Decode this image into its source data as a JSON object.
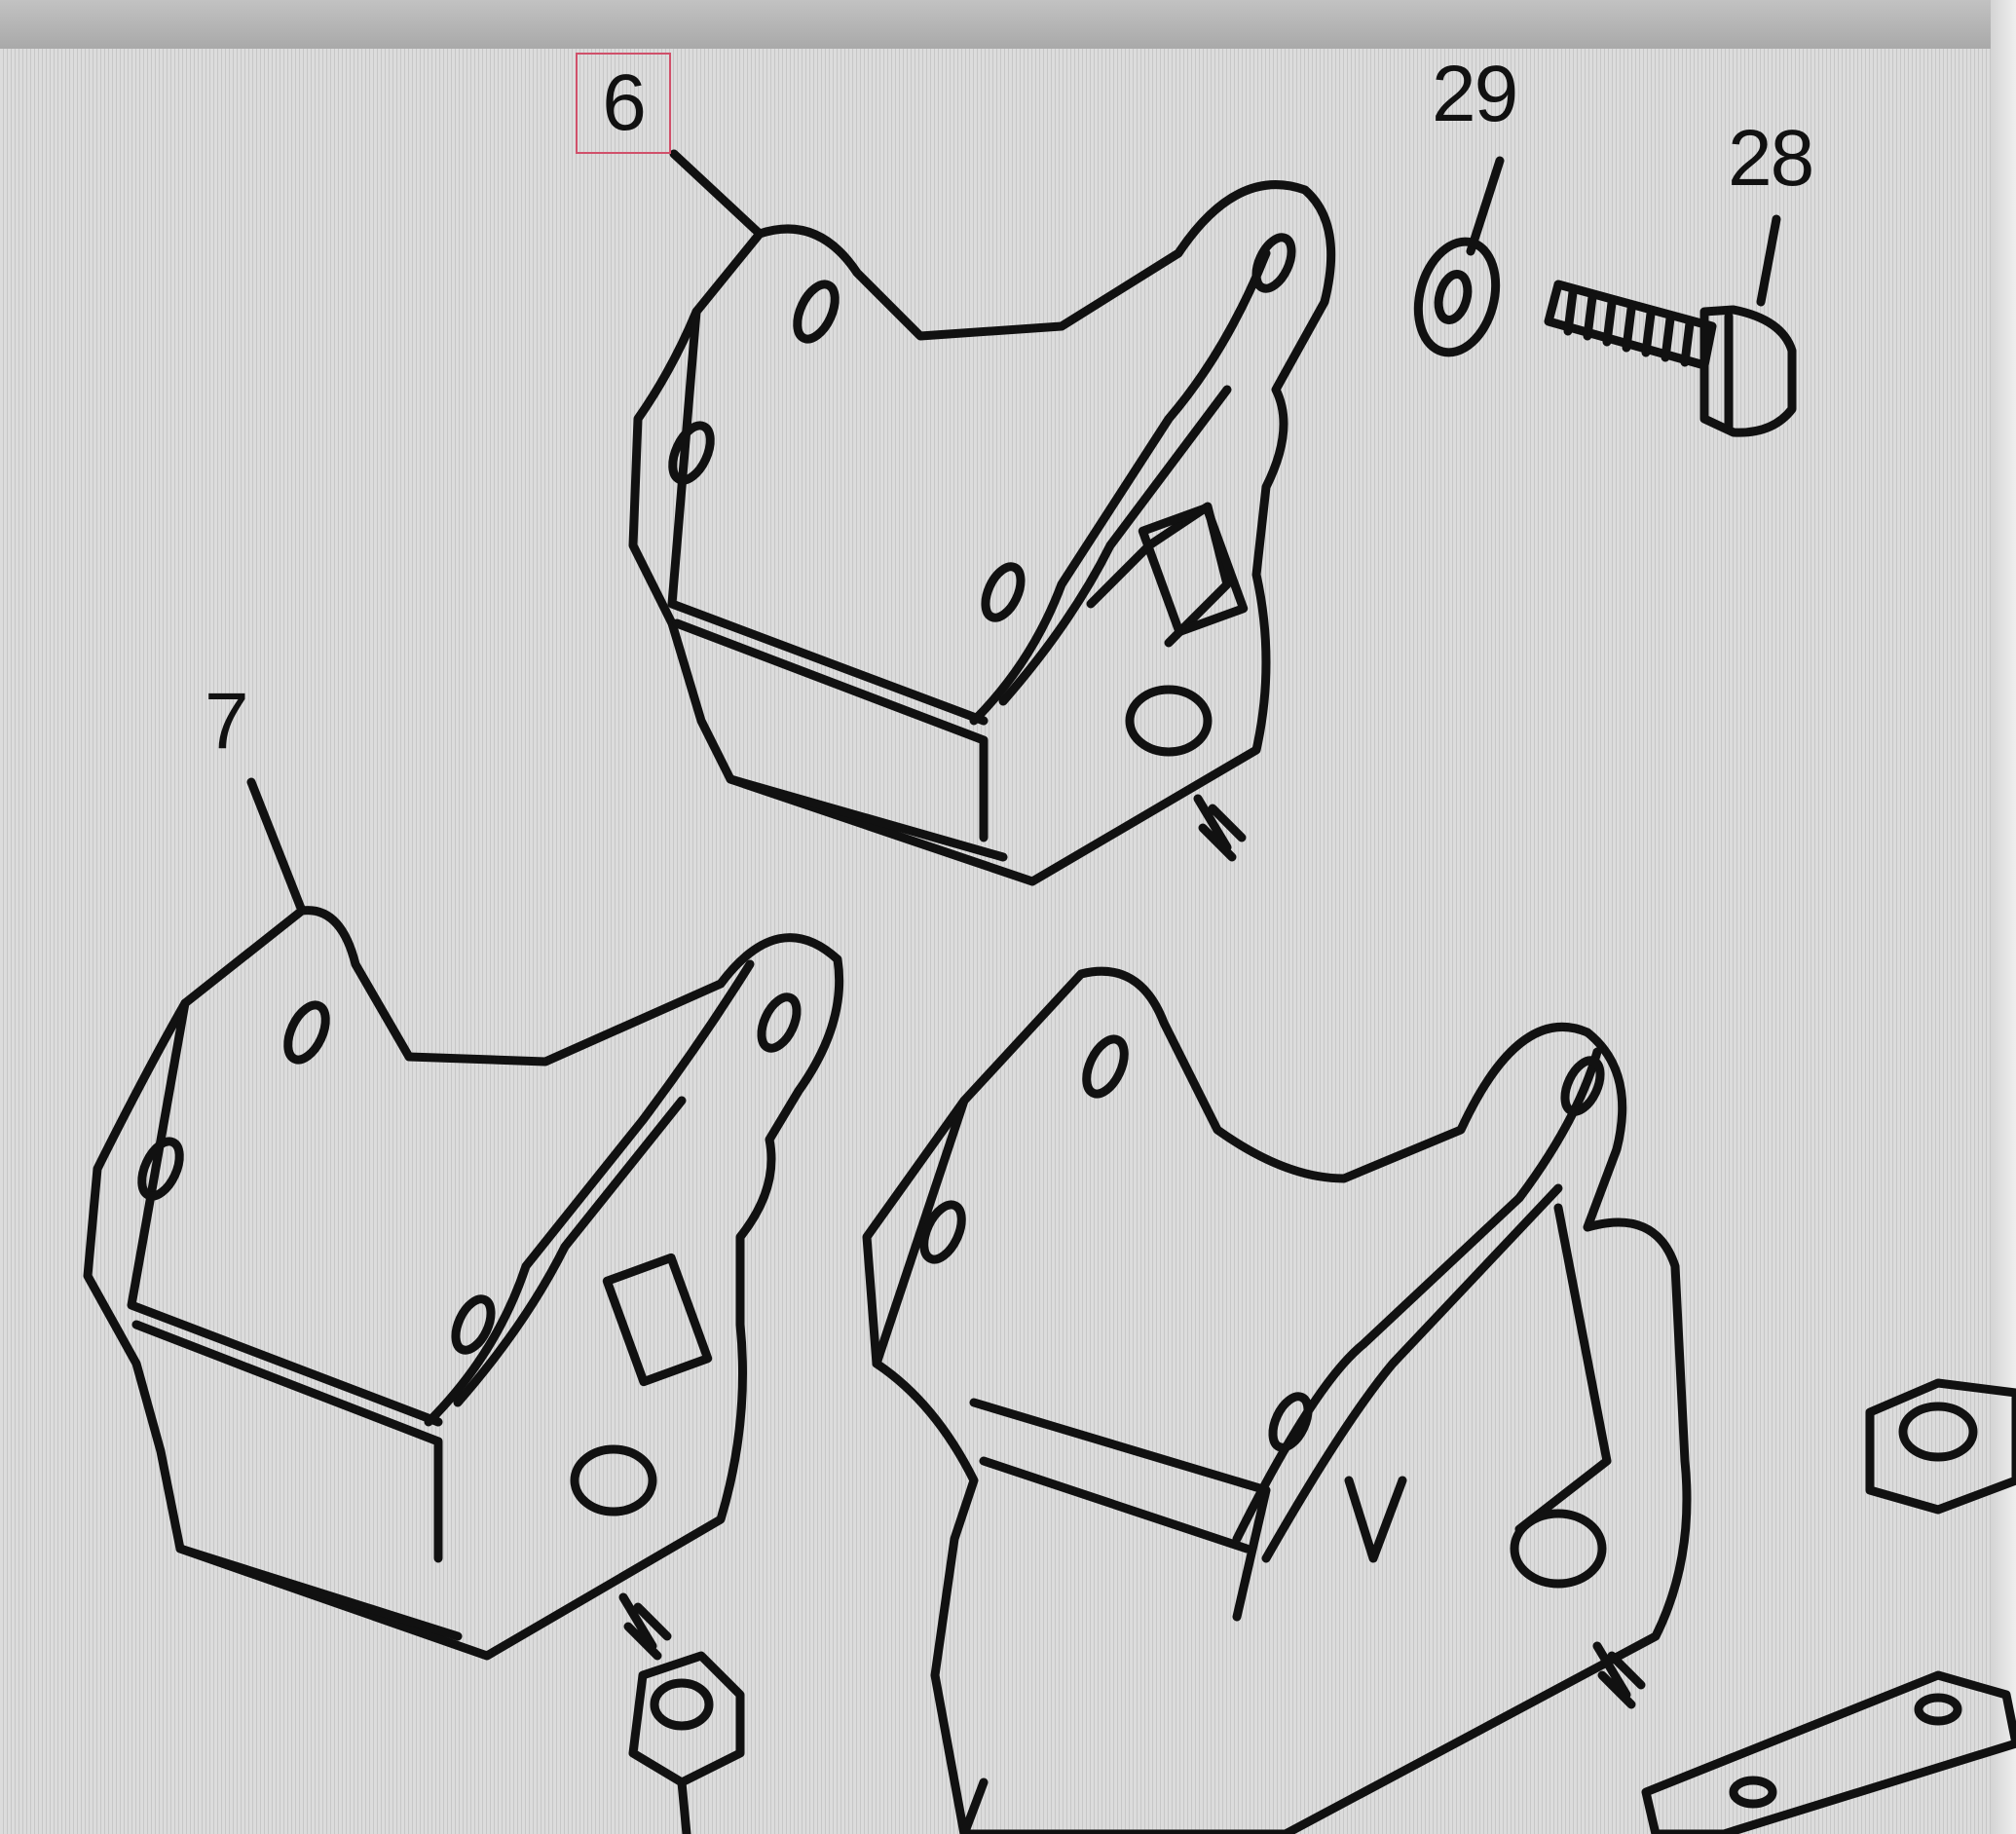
{
  "callouts": {
    "part_6": "6",
    "part_29": "29",
    "part_28": "28",
    "part_7": "7"
  },
  "highlight": {
    "part": "6",
    "color": "#d0506a"
  },
  "colors": {
    "line": "#111111",
    "paper": "#dcdcdc"
  }
}
